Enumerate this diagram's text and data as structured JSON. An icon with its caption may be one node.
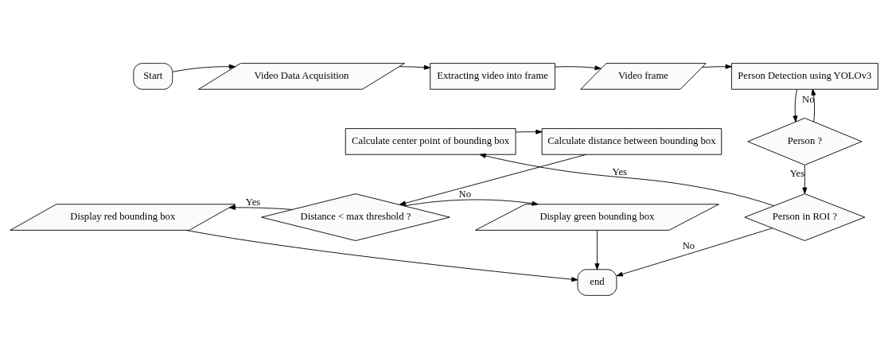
{
  "diagram": {
    "nodes": [
      {
        "text": [
          "Start"
        ]
      },
      {
        "text": [
          "Video Data Acquisition"
        ]
      },
      {
        "text": [
          "Extracting video into frame"
        ]
      },
      {
        "text": [
          "Video frame"
        ]
      },
      {
        "text": [
          "Person Detection using YOLOv3"
        ]
      },
      {
        "text": [
          "Person ?"
        ]
      },
      {
        "text": [
          "Person in ROI ?"
        ]
      },
      {
        "text": [
          "Calculate center point of bounding box"
        ]
      },
      {
        "text": [
          "Calculate distance between bounding box"
        ]
      },
      {
        "text": [
          "Distance < max threshold ?"
        ]
      },
      {
        "text": [
          "Display red bounding box"
        ]
      },
      {
        "text": [
          "Display green bounding box"
        ]
      },
      {
        "text": [
          "end"
        ]
      }
    ],
    "edges": [
      {
        "from": 0,
        "to": 1,
        "arrow": "to"
      },
      {
        "from": 1,
        "to": 2,
        "arrow": "to"
      },
      {
        "from": 2,
        "to": 3,
        "arrow": "to"
      },
      {
        "from": 3,
        "to": 4,
        "arrow": "to"
      },
      {
        "from": 4,
        "to": 5,
        "arrow": "to"
      },
      {
        "from": 5,
        "to": 4,
        "label": "No",
        "arrow": "to"
      },
      {
        "from": 5,
        "to": 6,
        "label": "Yes",
        "arrow": "to"
      },
      {
        "from": 6,
        "to": 7,
        "label": "Yes",
        "arrow": "to"
      },
      {
        "from": 7,
        "to": 8,
        "arrow": "to"
      },
      {
        "from": 8,
        "to": 9,
        "arrow": "to"
      },
      {
        "from": 9,
        "to": 10,
        "label": "Yes",
        "arrow": "to"
      },
      {
        "from": 9,
        "to": 11,
        "label": "No",
        "arrow": "to"
      },
      {
        "from": 10,
        "to": 12,
        "arrow": "to"
      },
      {
        "from": 11,
        "to": 12,
        "arrow": "to"
      },
      {
        "from": 6,
        "to": 12,
        "label": "No",
        "arrow": "to"
      }
    ]
  }
}
